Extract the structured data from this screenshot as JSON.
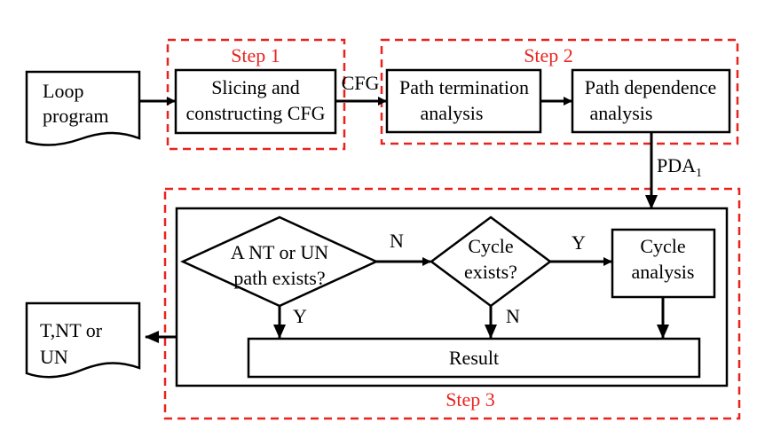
{
  "colors": {
    "step_border": "#e8231f",
    "step_label": "#e8231f",
    "ink": "#000000"
  },
  "input": {
    "line1": "Loop",
    "line2": "program"
  },
  "output": {
    "line1": "T,NT or",
    "line2": "UN"
  },
  "step1": {
    "label": "Step 1",
    "box_line1": "Slicing and",
    "box_line2": "constructing CFG"
  },
  "step2": {
    "label": "Step 2",
    "termination_line1": "Path termination",
    "termination_line2": "analysis",
    "dependence_line1": "Path dependence",
    "dependence_line2": "analysis"
  },
  "step3": {
    "label": "Step 3",
    "decision1_line1": "A NT or UN",
    "decision1_line2": "path exists?",
    "decision2_line1": "Cycle",
    "decision2_line2": "exists?",
    "cycle_line1": "Cycle",
    "cycle_line2": "analysis",
    "result": "Result"
  },
  "edges": {
    "cfg": "CFG",
    "pda_main": "PDA",
    "pda_sub": "1",
    "n1": "N",
    "y1": "Y",
    "y2": "Y",
    "n2": "N"
  }
}
